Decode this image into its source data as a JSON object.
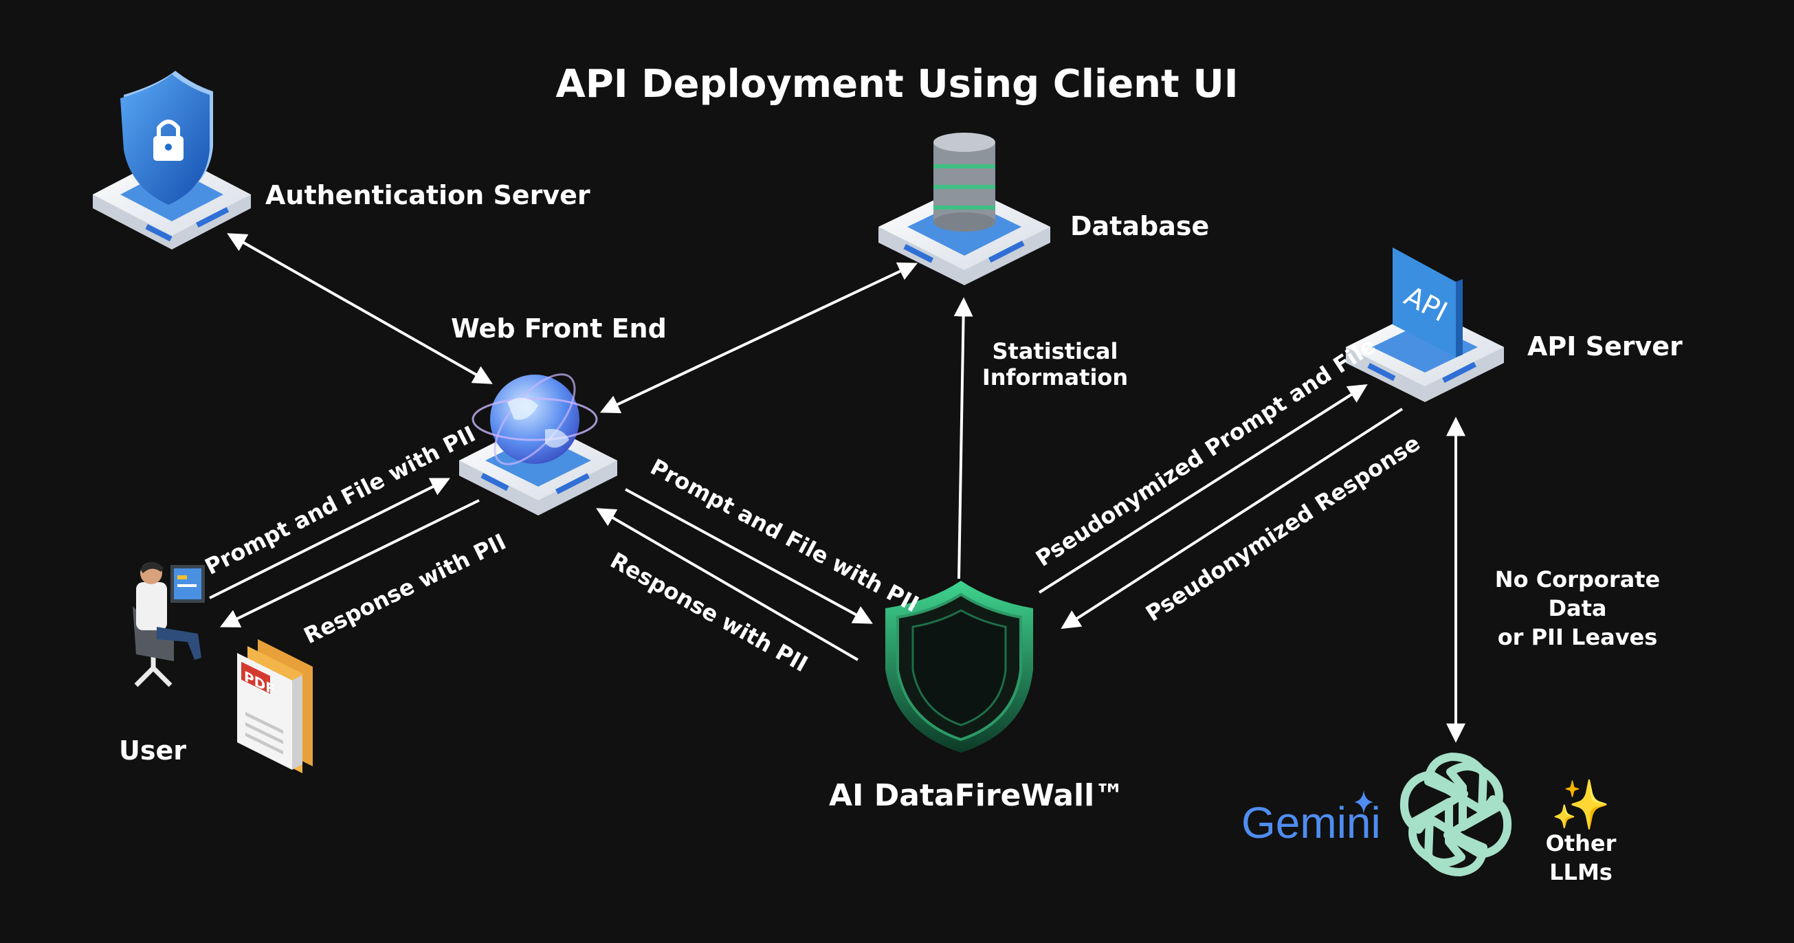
{
  "title": "API Deployment Using Client UI",
  "nodes": {
    "auth": "Authentication Server",
    "database": "Database",
    "web": "Web Front End",
    "api": "API Server",
    "user": "User",
    "firewall": "AI DataFireWall™",
    "stats_line1": "Statistical",
    "stats_line2": "Information",
    "api_icon_text": "API",
    "pdf_text": "PDF"
  },
  "edges": {
    "user_to_web": "Prompt and File with PII",
    "web_to_user": "Response with PII",
    "web_to_fw": "Prompt and File with PII",
    "fw_to_web": "Response with PII",
    "fw_to_api": "Pseudonymized Prompt and File",
    "api_to_fw": "Pseudonymized Response"
  },
  "llm_note": {
    "line1": "No Corporate",
    "line2": "Data",
    "line3": "or PII Leaves"
  },
  "llms": {
    "gemini": "Gemini",
    "other_line1": "Other",
    "other_line2": "LLMs"
  },
  "colors": {
    "background": "#111111",
    "server_blue": "#3e8de0",
    "shield_blue": "#1f6fd1",
    "firewall_green": "#3fbf84",
    "openai_green": "#a6e0c8",
    "gemini_blue": "#4f8df0",
    "sparkle_yellow": "#f2c12e"
  },
  "icons": [
    "shield-lock-icon",
    "database-icon",
    "globe-icon",
    "api-document-icon",
    "user-at-desk-icon",
    "pdf-document-icon",
    "firewall-shield-icon",
    "openai-logo-icon",
    "sparkle-icon"
  ]
}
